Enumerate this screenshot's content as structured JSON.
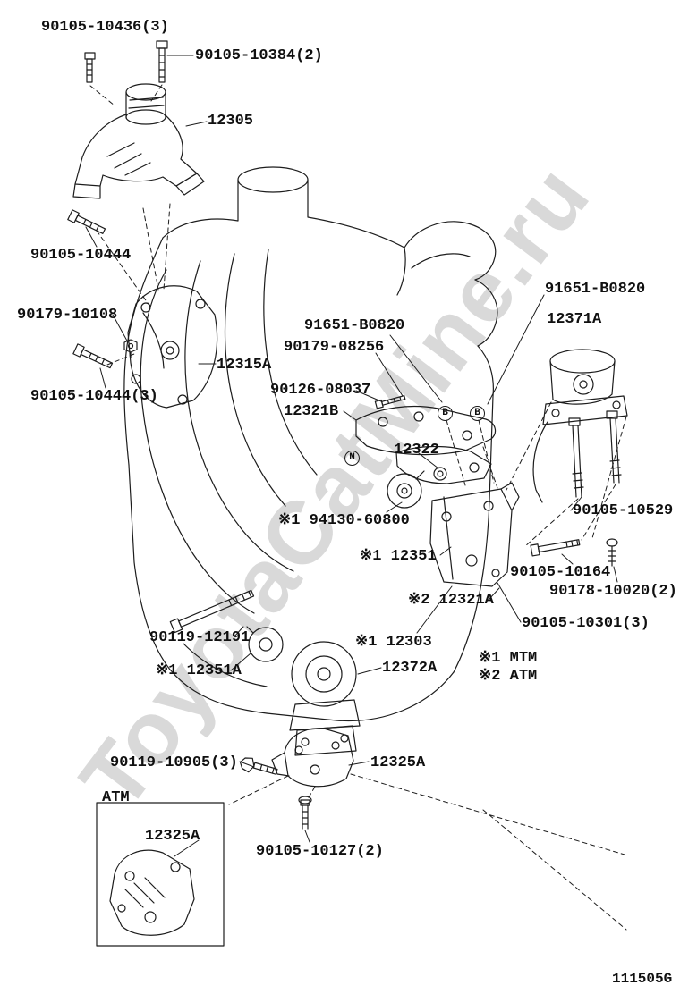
{
  "watermark": "ToyotaCatMine.ru",
  "diagram_code": "111505G",
  "part_labels": [
    "90105-10436(3)",
    "90105-10384(2)",
    "12305",
    "90105-10444",
    "90179-10108",
    "12315A",
    "90105-10444(3)",
    "91651-B0820",
    "90179-08256",
    "90126-08037",
    "12321B",
    "12322",
    "91651-B0820",
    "12371A",
    "90105-10529",
    "90105-10164",
    "90178-10020(2)",
    "90105-10301(3)",
    "※1 94130-60800",
    "※1 12351",
    "※2 12321A",
    "90119-12191",
    "※1 12351A",
    "※1 12303",
    "12372A",
    "90119-10905(3)",
    "12325A",
    "12325A",
    "90105-10127(2)"
  ],
  "notes": [
    "※1 MTM",
    "※2 ATM"
  ],
  "atm_caption": "ATM",
  "bolt_markers": [
    "B",
    "B",
    "N"
  ]
}
